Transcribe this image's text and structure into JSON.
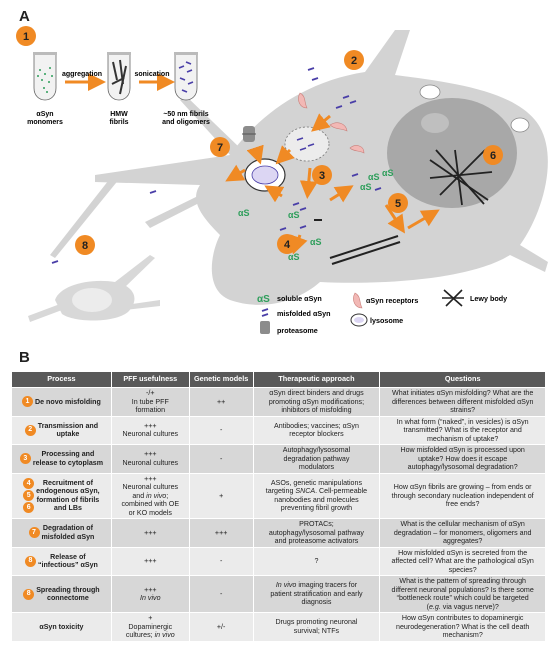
{
  "panel_a": {
    "letter": "A",
    "step_badges": [
      "1",
      "2",
      "3",
      "4",
      "5",
      "6",
      "7",
      "8"
    ],
    "tube_labels": {
      "monomers": "αSyn\nmonomers",
      "hmw": "HMW\nfibrils",
      "fibrils": "~50 nm fibrils\nand oligomers"
    },
    "arrow_labels": {
      "aggregation": "aggregation",
      "sonication": "sonication"
    },
    "legend": {
      "soluble": "soluble αSyn",
      "misfolded": "misfolded αSyn",
      "proteasome": "proteasome",
      "receptors": "αSyn receptors",
      "lysosome": "lysosome",
      "lewy": "Lewy body"
    },
    "colors": {
      "cell": "#d4d4d4",
      "nucleus": "#a9a9a9",
      "badge": "#f08a24",
      "arrow": "#f08a24",
      "soluble": "#2e9e5b",
      "misfolded": "#4a3fa8",
      "receptor": "#f2b8b5"
    }
  },
  "panel_b": {
    "letter": "B",
    "headers": [
      "Process",
      "PFF usefulness",
      "Genetic models",
      "Therapeutic approach",
      "Questions"
    ],
    "rows": [
      {
        "badges": [
          "1"
        ],
        "process": "De novo misfolding",
        "pff": "-/+\nIn tube PFF\nformation",
        "genetic": "++",
        "therapy": "αSyn direct binders and drugs\npromoting αSyn modifications;\ninhibitors of misfolding",
        "questions": "What initiates αSyn misfolding? What are the\ndifferences between different misfolded αSyn\nstrains?"
      },
      {
        "badges": [
          "2"
        ],
        "process": "Transmission and\nuptake",
        "pff": "+++\nNeuronal cultures",
        "genetic": "-",
        "therapy": "Antibodies; vaccines; αSyn\nreceptor blockers",
        "questions": "In what form (“naked”, in vesicles) is αSyn\ntransmitted? What is the receptor and\nmechanism of uptake?"
      },
      {
        "badges": [
          "3"
        ],
        "process": "Processing and\nrelease to cytoplasm",
        "pff": "+++\nNeuronal cultures",
        "genetic": "-",
        "therapy": "Autophagy/lysosomal\ndegradation pathway\nmodulators",
        "questions": "How misfolded αSyn is processed upon\nuptake? How does it escape\nautophagy/lysosomal degradation?"
      },
      {
        "badges": [
          "4",
          "5",
          "6"
        ],
        "process": "Recruitment of\nendogenous αSyn,\nformation of fibrils\nand LBs",
        "pff": "+++\nNeuronal cultures\nand in vivo;\ncombined with OE\nor KO models",
        "genetic": "+",
        "therapy": "ASOs, genetic manipulations\ntargeting SNCA. Cell-permeable\nnanobodies and molecules\npreventing fibril growth",
        "questions": "How αSyn fibrils are growing – from ends or\nthrough secondary nucleation independent of\nfree ends?"
      },
      {
        "badges": [
          "7"
        ],
        "process": "Degradation of\nmisfolded αSyn",
        "pff": "+++",
        "genetic": "+++",
        "therapy": "PROTACs;\nautophagy/lysosomal pathway\nand proteasome activators",
        "questions": "What is the cellular mechanism of αSyn\ndegradation – for monomers, oligomers and\naggregates?"
      },
      {
        "badges": [
          "8"
        ],
        "process": "Release of\n“infectious” αSyn",
        "pff": "+++",
        "genetic": "-",
        "therapy": "?",
        "questions": "How misfolded αSyn is secreted from the\naffected cell? What are the pathological αSyn\nspecies?"
      },
      {
        "badges": [
          "8"
        ],
        "process": "Spreading through\nconnectome",
        "pff": "+++\nIn vivo",
        "genetic": "-",
        "therapy": "In vivo imaging tracers for\npatient stratification and early\ndiagnosis",
        "questions": "What is the pattern of spreading through\ndifferent neuronal populations? Is there some\n“bottleneck route” which could be targeted\n(e.g. via vagus nerve)?"
      },
      {
        "badges": [],
        "process": "αSyn toxicity",
        "pff": "+\nDopaminergic\ncultures; in vivo",
        "genetic": "+/-",
        "therapy": "Drugs promoting neuronal\nsurvival; NTFs",
        "questions": "How αSyn contributes to dopaminergic\nneurodegeneration? What is the cell death\nmechanism?"
      }
    ]
  }
}
